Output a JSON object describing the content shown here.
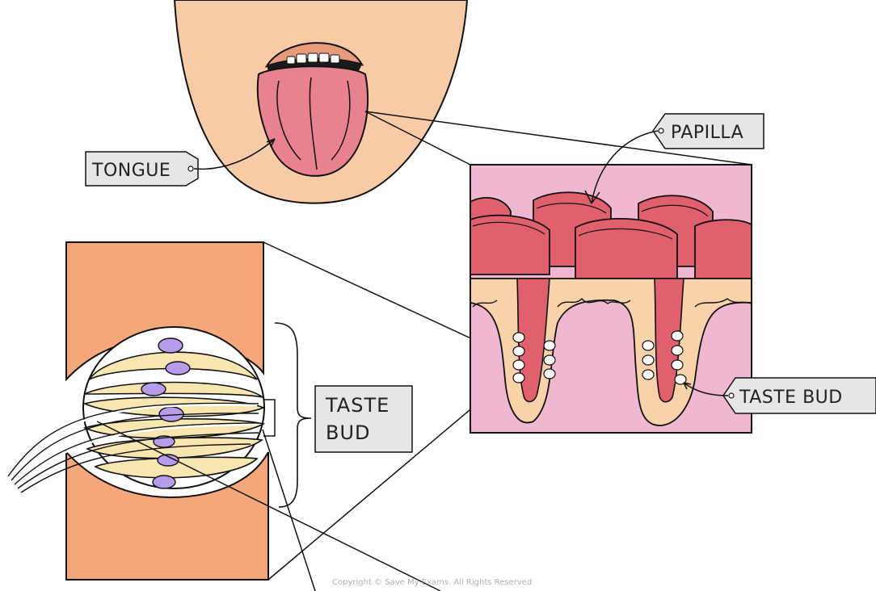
{
  "labels": {
    "tongue": "TONGUE",
    "papilla": "PAPILLA",
    "taste_bud_right": "TASTE BUD",
    "taste_bud_left_line1": "TASTE",
    "taste_bud_left_line2": "BUD"
  },
  "copyright": "Copyright © Save My Exams. All Rights Reserved",
  "colors": {
    "skin": "#F6CBA6",
    "lip": "#E89A7A",
    "tongue": "#E8828E",
    "papilla": "#E0606E",
    "epithelium_pink": "#F0B8D0",
    "tissue_orange": "#F4A87A",
    "cell_yellow": "#F8E6B0",
    "nucleus_purple": "#B79CEB",
    "label_box": "#E6E6E6"
  }
}
